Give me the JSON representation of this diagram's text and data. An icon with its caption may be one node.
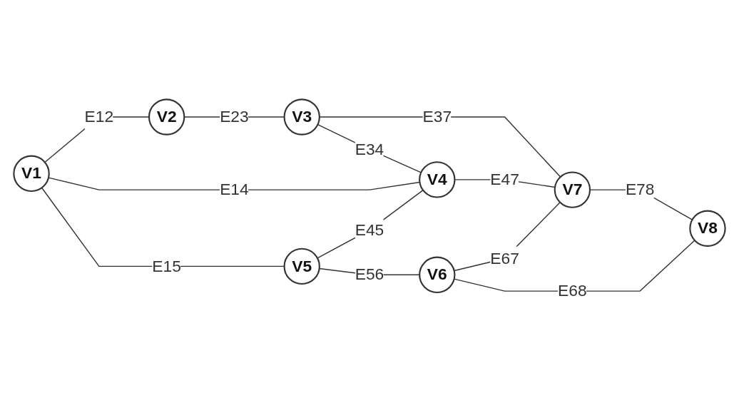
{
  "diagram": {
    "nodes": [
      {
        "text": [
          "V1"
        ]
      },
      {
        "text": [
          "V2"
        ]
      },
      {
        "text": [
          "V3"
        ]
      },
      {
        "text": [
          "V4"
        ]
      },
      {
        "text": [
          "V5"
        ]
      },
      {
        "text": [
          "V6"
        ]
      },
      {
        "text": [
          "V7"
        ]
      },
      {
        "text": [
          "V8"
        ]
      }
    ],
    "edges": [
      {
        "from": 0,
        "to": 1,
        "arrow": "none",
        "label": "E12"
      },
      {
        "from": 1,
        "to": 2,
        "arrow": "none",
        "label": "E23"
      },
      {
        "from": 2,
        "to": 3,
        "arrow": "none",
        "label": "E34"
      },
      {
        "from": 2,
        "to": 6,
        "arrow": "none",
        "label": "E37"
      },
      {
        "from": 0,
        "to": 3,
        "arrow": "none",
        "label": "E14"
      },
      {
        "from": 3,
        "to": 6,
        "arrow": "none",
        "label": "E47"
      },
      {
        "from": 0,
        "to": 4,
        "arrow": "none",
        "label": "E15"
      },
      {
        "from": 4,
        "to": 3,
        "arrow": "none",
        "label": "E45"
      },
      {
        "from": 4,
        "to": 5,
        "arrow": "none",
        "label": "E56"
      },
      {
        "from": 5,
        "to": 6,
        "arrow": "none",
        "label": "E67"
      },
      {
        "from": 6,
        "to": 7,
        "arrow": "none",
        "label": "E78"
      },
      {
        "from": 5,
        "to": 7,
        "arrow": "none",
        "label": "E68"
      }
    ]
  }
}
